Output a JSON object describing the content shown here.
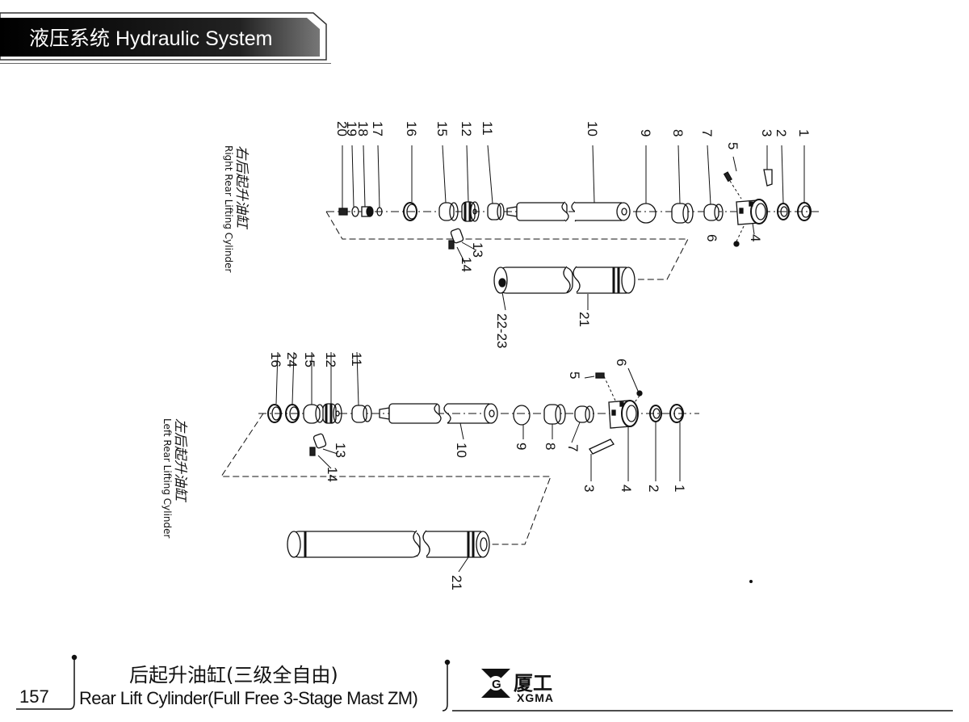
{
  "header": {
    "title": "液压系统  Hydraulic System"
  },
  "right_cylinder": {
    "title_zh": "右后起升油缸",
    "title_en": "Right Rear Lifting Cylinder",
    "callouts": {
      "c20": "20",
      "c19": "19",
      "c18": "18",
      "c17": "17",
      "c16": "16",
      "c15": "15",
      "c12": "12",
      "c11": "11",
      "c10": "10",
      "c9": "9",
      "c8": "8",
      "c7": "7",
      "c5": "5",
      "c3": "3",
      "c2": "2",
      "c1": "1",
      "c6": "6",
      "c4": "4",
      "c13": "13",
      "c14": "14",
      "c21": "21",
      "c2223": "22-23"
    }
  },
  "left_cylinder": {
    "title_zh": "左后起升油缸",
    "title_en": "Left Rear Lifting Cylinder",
    "callouts": {
      "c16": "16",
      "c24": "24",
      "c15": "15",
      "c12": "12",
      "c11": "11",
      "c13": "13",
      "c14": "14",
      "c10": "10",
      "c9": "9",
      "c8": "8",
      "c7": "7",
      "c5": "5",
      "c6": "6",
      "c3": "3",
      "c4": "4",
      "c2": "2",
      "c1": "1",
      "c21": "21"
    }
  },
  "footer": {
    "page_number": "157",
    "title_zh": "后起升油缸(三级全自由)",
    "title_en": "Rear Lift Cylinder(Full Free 3-Stage Mast ZM)",
    "logo_zh": "厦工",
    "logo_en": "XGMA"
  }
}
